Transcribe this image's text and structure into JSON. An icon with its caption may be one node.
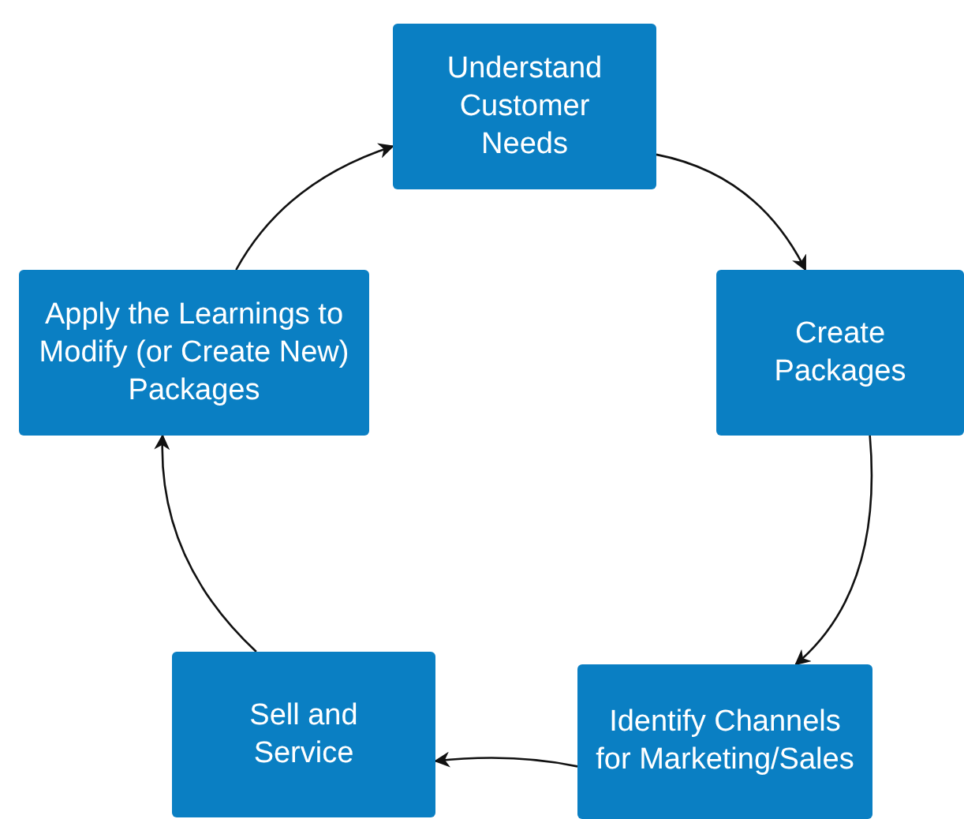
{
  "diagram": {
    "nodes": [
      {
        "text": [
          "Understand Customer Needs"
        ]
      },
      {
        "text": [
          "Create Packages"
        ]
      },
      {
        "text": [
          "Identify Channels for Marketing/Sales"
        ]
      },
      {
        "text": [
          "Sell and Service"
        ]
      },
      {
        "text": [
          "Apply the Learnings to Modify (or Create New) Packages"
        ]
      }
    ],
    "edges": [
      {
        "from": 0,
        "to": 1,
        "arrow": "to"
      },
      {
        "from": 1,
        "to": 2,
        "arrow": "to"
      },
      {
        "from": 2,
        "to": 3,
        "arrow": "to"
      },
      {
        "from": 3,
        "to": 4,
        "arrow": "to"
      },
      {
        "from": 4,
        "to": 0,
        "arrow": "to"
      }
    ]
  }
}
